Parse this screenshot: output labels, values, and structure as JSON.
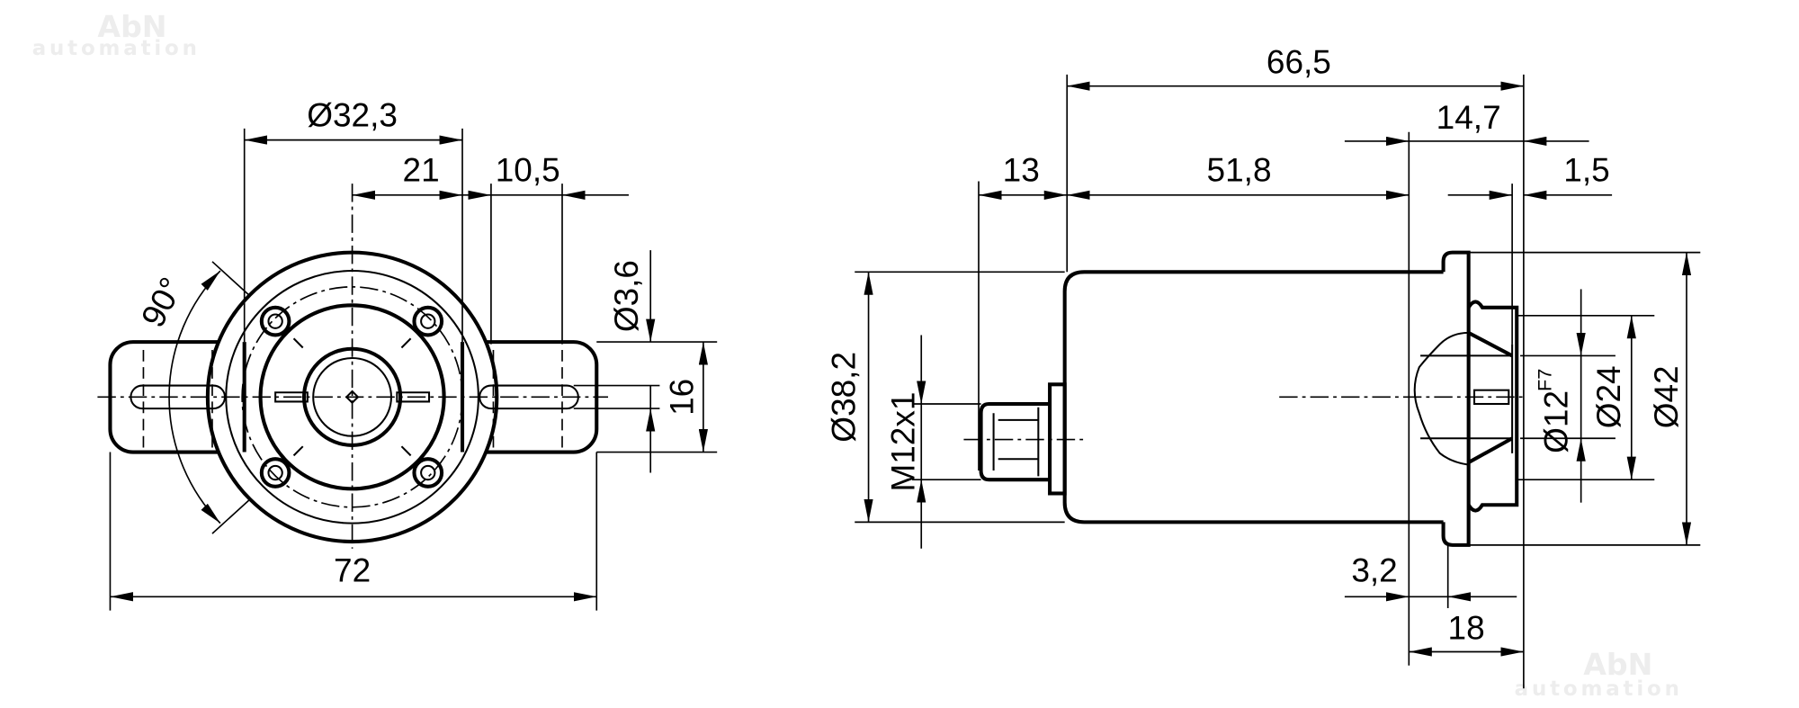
{
  "watermark": {
    "brand": "AbN",
    "sub": "automation"
  },
  "front_view": {
    "flange_diameter": "Ø32,3",
    "offset_center": "21",
    "slot_length": "10,5",
    "hole_diameter": "Ø3,6",
    "flange_height": "16",
    "overall_width": "72",
    "rotation_angle": "90°"
  },
  "side_view": {
    "overall_length": "66,5",
    "front_length": "14,7",
    "connector_length": "13",
    "body_length": "51,8",
    "front_offset": "1,5",
    "body_diameter": "Ø38,2",
    "connector_thread": "M12x1",
    "bore_diameter": "Ø12",
    "bore_tolerance": "F7",
    "hub_diameter": "Ø24",
    "flange_outer_diameter": "Ø42",
    "flange_thickness": "3,2",
    "hub_depth": "18"
  }
}
